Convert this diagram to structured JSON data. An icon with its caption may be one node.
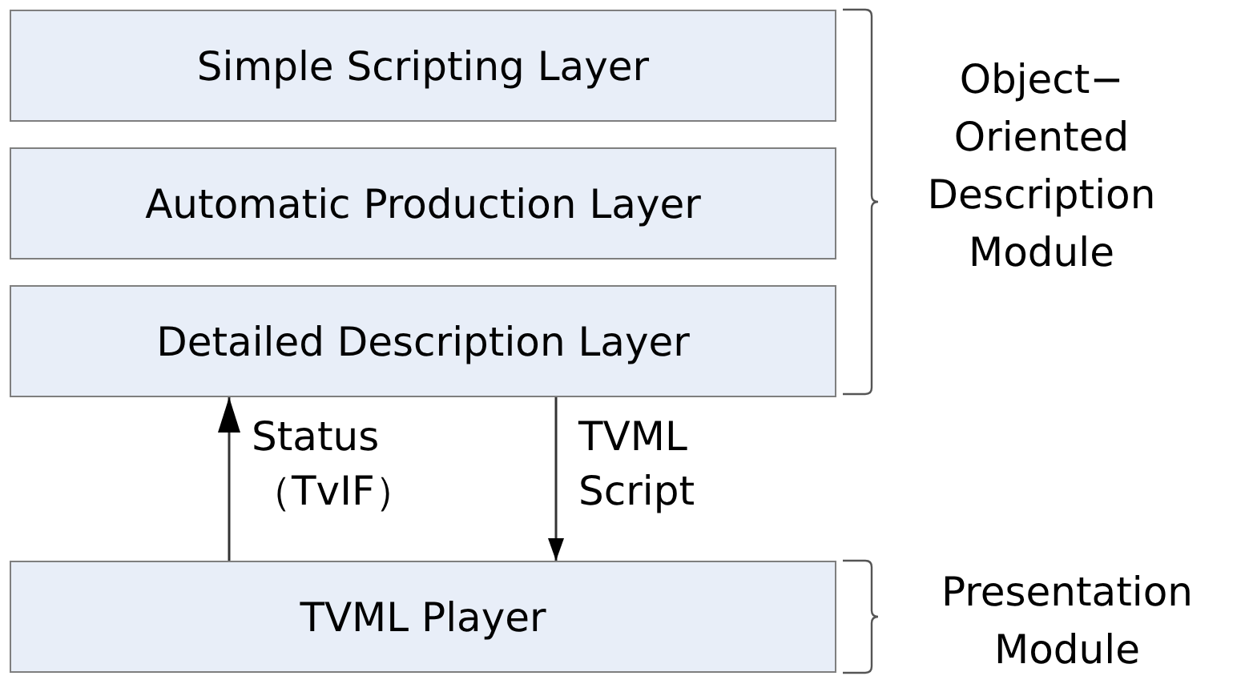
{
  "diagram": {
    "nodes": [
      {
        "text": [
          "Simple Scripting Layer"
        ]
      },
      {
        "text": [
          "Automatic Production Layer"
        ]
      },
      {
        "text": [
          "Detailed Description Layer"
        ]
      },
      {
        "text": [
          "TVML Player"
        ]
      }
    ],
    "edges": [
      {
        "from": 3,
        "to": 2,
        "arrow": "to",
        "label": "Status （TvIF）"
      },
      {
        "from": 2,
        "to": 3,
        "arrow": "to",
        "label": "TVML Script"
      }
    ],
    "labels": [
      "Object− Oriented Description Module",
      "Presentation Module"
    ]
  }
}
